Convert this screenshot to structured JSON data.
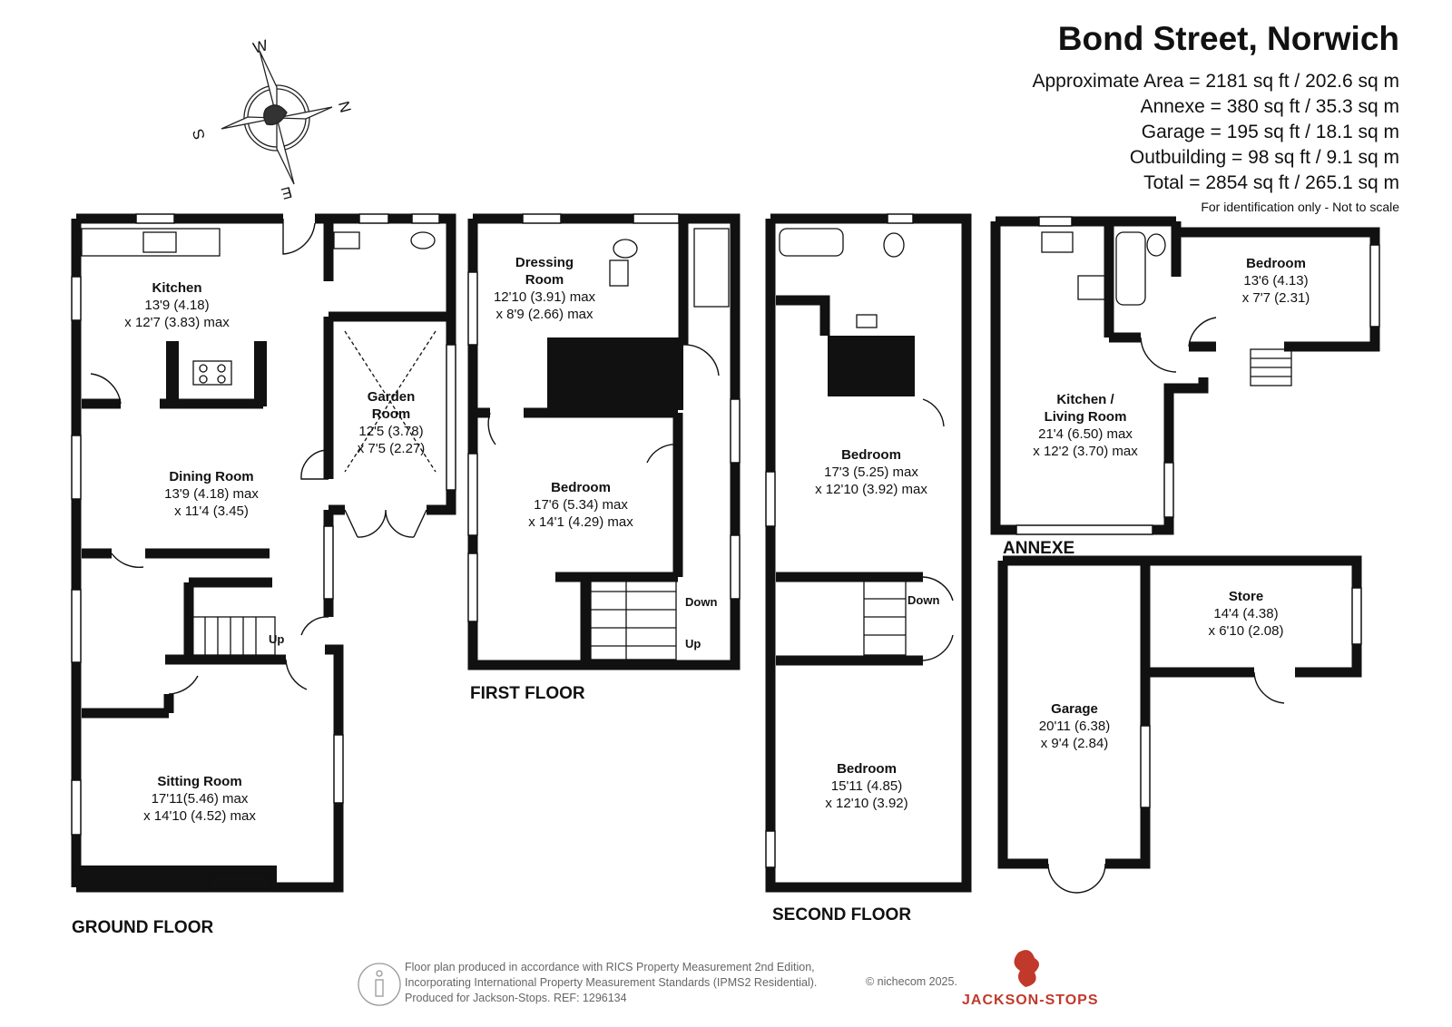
{
  "header": {
    "title": "Bond Street, Norwich",
    "areas": [
      "Approximate Area = 2181 sq ft / 202.6 sq m",
      "Annexe = 380 sq ft / 35.3 sq m",
      "Garage = 195 sq ft / 18.1 sq m",
      "Outbuilding = 98 sq ft / 9.1 sq m",
      "Total = 2854 sq ft / 265.1 sq m"
    ],
    "note": "For identification only - Not to scale"
  },
  "compass": {
    "n": "N",
    "s": "S",
    "e": "E",
    "w": "W"
  },
  "floors": {
    "ground": "GROUND FLOOR",
    "first": "FIRST FLOOR",
    "second": "SECOND FLOOR",
    "annexe": "ANNEXE"
  },
  "rooms": {
    "kitchen": {
      "name": "Kitchen",
      "d1": "13'9 (4.18)",
      "d2": "x 12'7 (3.83) max"
    },
    "garden": {
      "name1": "Garden",
      "name2": "Room",
      "d1": "12'5 (3.78)",
      "d2": "x 7'5 (2.27)"
    },
    "dining": {
      "name": "Dining Room",
      "d1": "13'9 (4.18) max",
      "d2": "x 11'4 (3.45)"
    },
    "sitting": {
      "name": "Sitting Room",
      "d1": "17'11(5.46) max",
      "d2": "x 14'10 (4.52) max"
    },
    "dressing": {
      "name1": "Dressing",
      "name2": "Room",
      "d1": "12'10 (3.91) max",
      "d2": "x 8'9 (2.66) max"
    },
    "bed1": {
      "name": "Bedroom",
      "d1": "17'6 (5.34) max",
      "d2": "x 14'1 (4.29) max"
    },
    "bed2": {
      "name": "Bedroom",
      "d1": "17'3 (5.25) max",
      "d2": "x 12'10 (3.92) max"
    },
    "bed3": {
      "name": "Bedroom",
      "d1": "15'11 (4.85)",
      "d2": "x 12'10 (3.92)"
    },
    "annexe_bed": {
      "name": "Bedroom",
      "d1": "13'6 (4.13)",
      "d2": "x 7'7 (2.31)"
    },
    "annexe_kitchen": {
      "name1": "Kitchen /",
      "name2": "Living Room",
      "d1": "21'4 (6.50) max",
      "d2": "x 12'2 (3.70) max"
    },
    "store": {
      "name": "Store",
      "d1": "14'4 (4.38)",
      "d2": "x 6'10 (2.08)"
    },
    "garage": {
      "name": "Garage",
      "d1": "20'11 (6.38)",
      "d2": "x 9'4 (2.84)"
    }
  },
  "stairs": {
    "up": "Up",
    "down": "Down"
  },
  "footer": {
    "line1": "Floor plan produced in accordance with RICS Property Measurement 2nd Edition,",
    "line2": "Incorporating International Property Measurement Standards (IPMS2 Residential).",
    "line3": "Produced for Jackson-Stops.   REF:  1296134",
    "copyright": "© nichecom 2025.",
    "brand": "JACKSON-STOPS"
  },
  "colors": {
    "wall": "#111111",
    "brand": "#c0392b"
  }
}
